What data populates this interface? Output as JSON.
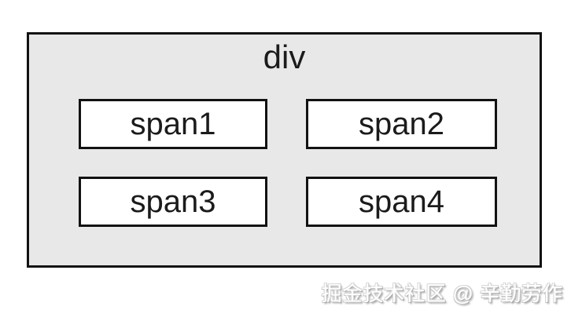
{
  "diagram": {
    "container": {
      "label": "div"
    },
    "boxes": [
      {
        "label": "span1"
      },
      {
        "label": "span2"
      },
      {
        "label": "span3"
      },
      {
        "label": "span4"
      }
    ]
  },
  "watermark": {
    "text": "掘金技术社区 @ 辛勤劳作"
  },
  "colors": {
    "background": "#ffffff",
    "container_fill": "#e9e8e8",
    "box_fill": "#ffffff",
    "border": "#121212",
    "label_text": "#1b1b1b",
    "watermark_fill": "#ffffff",
    "watermark_shadow": "#969696"
  }
}
